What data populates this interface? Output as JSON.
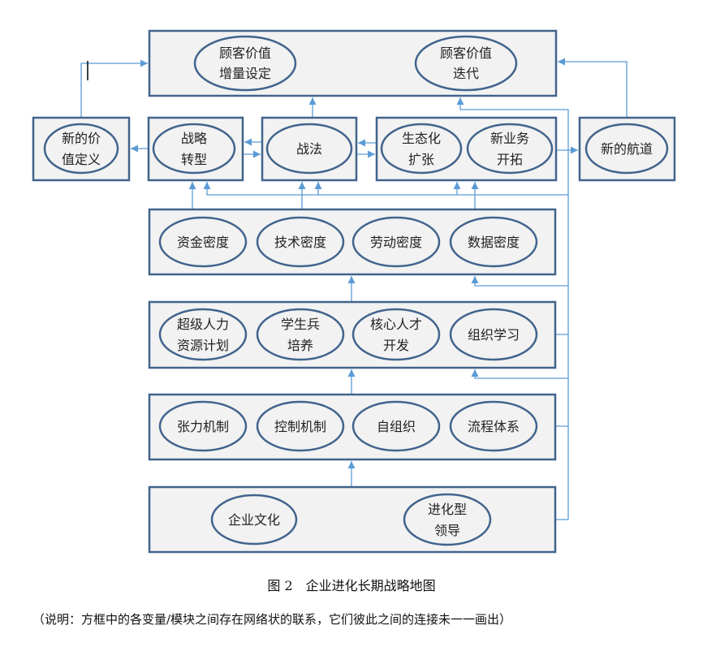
{
  "top_box": {
    "ellipses": [
      {
        "lines": [
          "顾客价值",
          "增量设定"
        ]
      },
      {
        "lines": [
          "顾客价值",
          "迭代"
        ]
      }
    ]
  },
  "row2": {
    "new_value_definition": {
      "lines": [
        "新的价",
        "值定义"
      ]
    },
    "strategic_transformation": {
      "lines": [
        "战略",
        "转型"
      ]
    },
    "tactics": {
      "lines": [
        "战法"
      ]
    },
    "ecosystem_expansion": {
      "lines": [
        "生态化",
        "扩张"
      ]
    },
    "new_business": {
      "lines": [
        "新业务",
        "开拓"
      ]
    },
    "new_track": {
      "lines": [
        "新的航道"
      ]
    }
  },
  "density_row": [
    "资金密度",
    "技术密度",
    "劳动密度",
    "数据密度"
  ],
  "talent_row": [
    [
      "超级人力",
      "资源计划"
    ],
    [
      "学生兵",
      "培养"
    ],
    [
      "核心人才",
      "开发"
    ],
    [
      "组织学习"
    ]
  ],
  "mechanism_row": [
    "张力机制",
    "控制机制",
    "自组织",
    "流程体系"
  ],
  "foundation_row": [
    [
      "企业文化"
    ],
    [
      "进化型",
      "领导"
    ]
  ],
  "caption": "图 2　企业进化长期战略地图",
  "note": "（说明：方框中的各变量/模块之间存在网络状的联系，它们彼此之间的连接未一一画出）",
  "colors": {
    "box_stroke": "#41648c",
    "arrow": "#5b9bd5",
    "fill": "#f2f2f2"
  }
}
